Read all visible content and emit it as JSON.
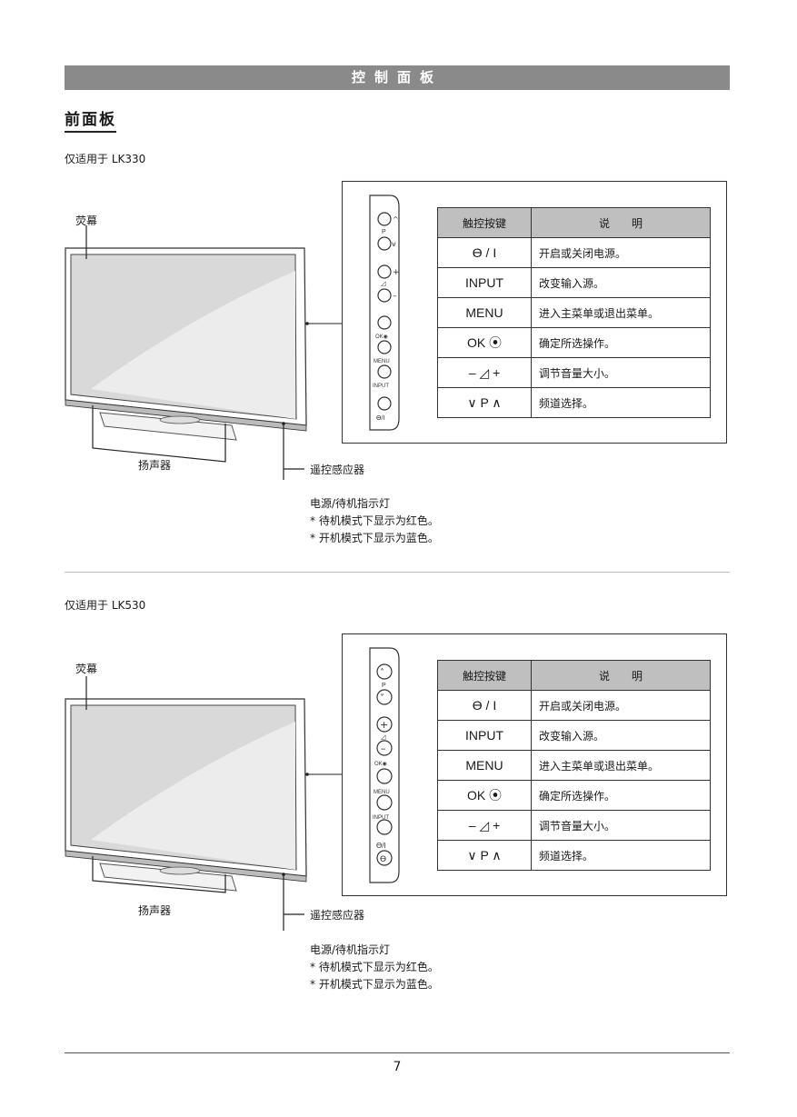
{
  "header": {
    "title": "控制面板"
  },
  "section_title": "前面板",
  "page_number": "7",
  "callouts": {
    "screen": "荧幕",
    "speaker": "扬声器",
    "remote_sensor": "遥控感应器",
    "power_indicator": "电源/待机指示灯",
    "note_standby": "* 待机模式下显示为红色。",
    "note_on": "* 开机模式下显示为蓝色。"
  },
  "table_header": {
    "key": "触控按键",
    "desc_1": "说",
    "desc_2": "明"
  },
  "panel_labels": {
    "p": "P",
    "ok": "OK",
    "menu": "MENU",
    "input": "INPUT",
    "power": "ϴ/I"
  },
  "models": [
    {
      "applies_to": "仅适用于 LK330",
      "rows": [
        {
          "key": "ϴ / I",
          "desc": "开启或关闭电源。"
        },
        {
          "key": "INPUT",
          "desc": "改变输入源。"
        },
        {
          "key": "MENU",
          "desc": "进入主菜单或退出菜单。"
        },
        {
          "key": "OK ⦿",
          "desc": "确定所选操作。"
        },
        {
          "key": "– ◿ +",
          "desc": "调节音量大小。"
        },
        {
          "key": "∨  P  ∧",
          "desc": "频道选择。"
        }
      ]
    },
    {
      "applies_to": "仅适用于 LK530",
      "rows": [
        {
          "key": "ϴ / I",
          "desc": "开启或关闭电源。"
        },
        {
          "key": "INPUT",
          "desc": "改变输入源。"
        },
        {
          "key": "MENU",
          "desc": "进入主菜单或退出菜单。"
        },
        {
          "key": "OK ⦿",
          "desc": "确定所选操作。"
        },
        {
          "key": "– ◿ +",
          "desc": "调节音量大小。"
        },
        {
          "key": "∨  P  ∧",
          "desc": "频道选择。"
        }
      ]
    }
  ]
}
